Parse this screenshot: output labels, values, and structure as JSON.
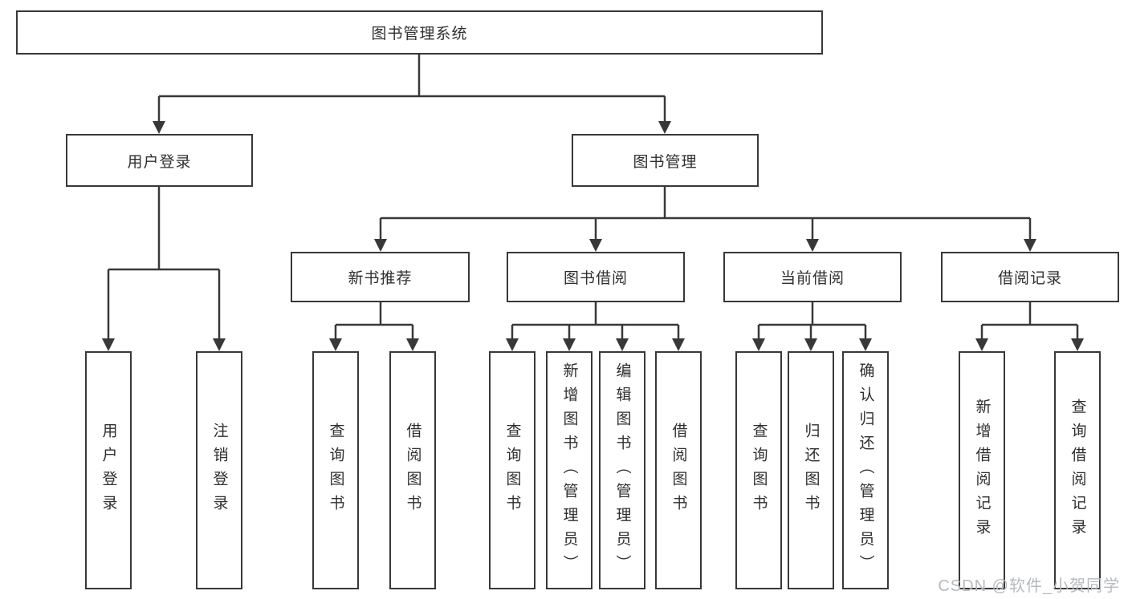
{
  "diagram": {
    "root": {
      "label": "图书管理系统"
    },
    "level2": [
      {
        "label": "用户登录"
      },
      {
        "label": "图书管理"
      }
    ],
    "level3": [
      {
        "label": "新书推荐"
      },
      {
        "label": "图书借阅"
      },
      {
        "label": "当前借阅"
      },
      {
        "label": "借阅记录"
      }
    ],
    "leaves": [
      {
        "label": "用户登录"
      },
      {
        "label": "注销登录"
      },
      {
        "label": "查询图书"
      },
      {
        "label": "借阅图书"
      },
      {
        "label": "查询图书"
      },
      {
        "label": "新增图书（管理员）"
      },
      {
        "label": "编辑图书（管理员）"
      },
      {
        "label": "借阅图书"
      },
      {
        "label": "查询图书"
      },
      {
        "label": "归还图书"
      },
      {
        "label": "确认归还（管理员）"
      },
      {
        "label": "新增借阅记录"
      },
      {
        "label": "查询借阅记录"
      }
    ]
  },
  "watermark": {
    "text": "CSDN @软件_小贺同学"
  },
  "colors": {
    "line": "#383838",
    "text": "#2f2f2f",
    "watermark": "#b7babd",
    "background": "#ffffff"
  }
}
